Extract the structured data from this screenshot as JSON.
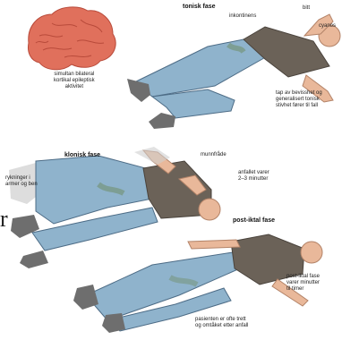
{
  "sections": {
    "tonic": {
      "title": "tonisk fase",
      "labels": {
        "incontinence": "inkontinens",
        "bite": "bitt",
        "cyanosis": "cyanos",
        "loss": "tap av bevisshet og\ngeneralisert tonisk\nstivhet fører til fall"
      }
    },
    "clonic": {
      "title": "klonisk fase",
      "labels": {
        "jerks": "rykninger i\narmer og ben",
        "foam": "munnfråde",
        "duration": "anfallet varer\n2–3 minutter"
      }
    },
    "postictal": {
      "title": "post-iktal fase",
      "labels": {
        "lasts": "post-iktal fase\nvarer minutter\ntil timer",
        "tired": "pasienten er ofte trett\nog omtåket etter anfall"
      }
    }
  },
  "brain": {
    "caption": "simultan bilateral\nkortikal epileptisk\naktivitet"
  },
  "edge_glyph": "r",
  "colors": {
    "brain": "#e0705c",
    "jeans": "#8fb3cc",
    "shirt": "#6b6258",
    "skin": "#e9b89a",
    "shoe": "#6e6e6e",
    "ghost": "#cfcfcf"
  }
}
